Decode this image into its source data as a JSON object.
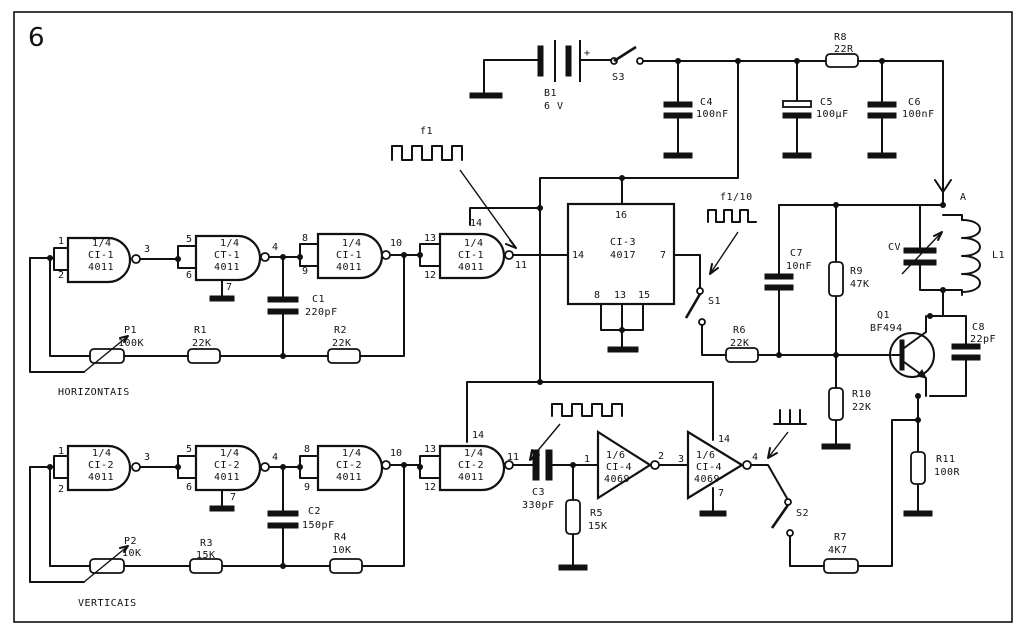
{
  "figure_number": "6",
  "gates": [
    {
      "id": "g1",
      "l1": "1/4",
      "l2": "CI-1",
      "l3": "4011",
      "pins": [
        "1",
        "2",
        "3"
      ]
    },
    {
      "id": "g2",
      "l1": "1/4",
      "l2": "CT-1",
      "l3": "4011",
      "pins": [
        "5",
        "6",
        "4",
        "7"
      ]
    },
    {
      "id": "g3",
      "l1": "1/4",
      "l2": "CI-1",
      "l3": "4011",
      "pins": [
        "8",
        "9",
        "10"
      ]
    },
    {
      "id": "g4",
      "l1": "1/4",
      "l2": "CI-1",
      "l3": "4011",
      "pins": [
        "13",
        "12",
        "11",
        "14"
      ]
    },
    {
      "id": "g5",
      "l1": "1/4",
      "l2": "CI-2",
      "l3": "4011",
      "pins": [
        "1",
        "2",
        "3"
      ]
    },
    {
      "id": "g6",
      "l1": "1/4",
      "l2": "CI-2",
      "l3": "4011",
      "pins": [
        "5",
        "6",
        "4",
        "7"
      ]
    },
    {
      "id": "g7",
      "l1": "1/4",
      "l2": "CI-2",
      "l3": "4011",
      "pins": [
        "8",
        "9",
        "10"
      ]
    },
    {
      "id": "g8",
      "l1": "1/4",
      "l2": "CI-2",
      "l3": "4011",
      "pins": [
        "13",
        "12",
        "11",
        "14"
      ]
    }
  ],
  "inverters": [
    {
      "id": "i1",
      "l1": "1/6",
      "l2": "CI-4",
      "l3": "4069",
      "pins": [
        "1",
        "2"
      ]
    },
    {
      "id": "i2",
      "l1": "1/6",
      "l2": "CI-4",
      "l3": "4069",
      "pins": [
        "3",
        "4",
        "14",
        "7"
      ]
    }
  ],
  "counter": {
    "name": "CI-3",
    "type": "4017",
    "pins": [
      "16",
      "14",
      "7",
      "8",
      "13",
      "15"
    ]
  },
  "components": {
    "B1": "B1",
    "B1v": "6 V",
    "S3": "S3",
    "C4": "C4",
    "C4v": "100nF",
    "R8": "R8",
    "R8v": "22R",
    "C5": "C5",
    "C5v": "100µF",
    "C6": "C6",
    "C6v": "100nF",
    "C1": "C1",
    "C1v": "220pF",
    "R1": "R1",
    "R1v": "22K",
    "R2": "R2",
    "R2v": "22K",
    "P1": "P1",
    "P1v": "100K",
    "S1": "S1",
    "R6": "R6",
    "R6v": "22K",
    "C7": "C7",
    "C7v": "10nF",
    "R9": "R9",
    "R9v": "47K",
    "CV": "CV",
    "A": "A",
    "L1": "L1",
    "Q1": "Q1",
    "Q1v": "BF494",
    "C8": "C8",
    "C8v": "22pF",
    "R10": "R10",
    "R10v": "22K",
    "R11": "R11",
    "R11v": "100R",
    "S2": "S2",
    "R7": "R7",
    "R7v": "4K7",
    "C2": "C2",
    "C2v": "150pF",
    "R3": "R3",
    "R3v": "15K",
    "R4": "R4",
    "R4v": "10K",
    "P2": "P2",
    "P2v": "10K",
    "C3": "C3",
    "C3v": "330pF",
    "R5": "R5",
    "R5v": "15K",
    "plus": "+"
  },
  "signals": {
    "f1": "f1",
    "f1_10": "f1/10"
  },
  "labels": {
    "horizontais": "HORIZONTAIS",
    "verticais": "VERTICAIS"
  }
}
